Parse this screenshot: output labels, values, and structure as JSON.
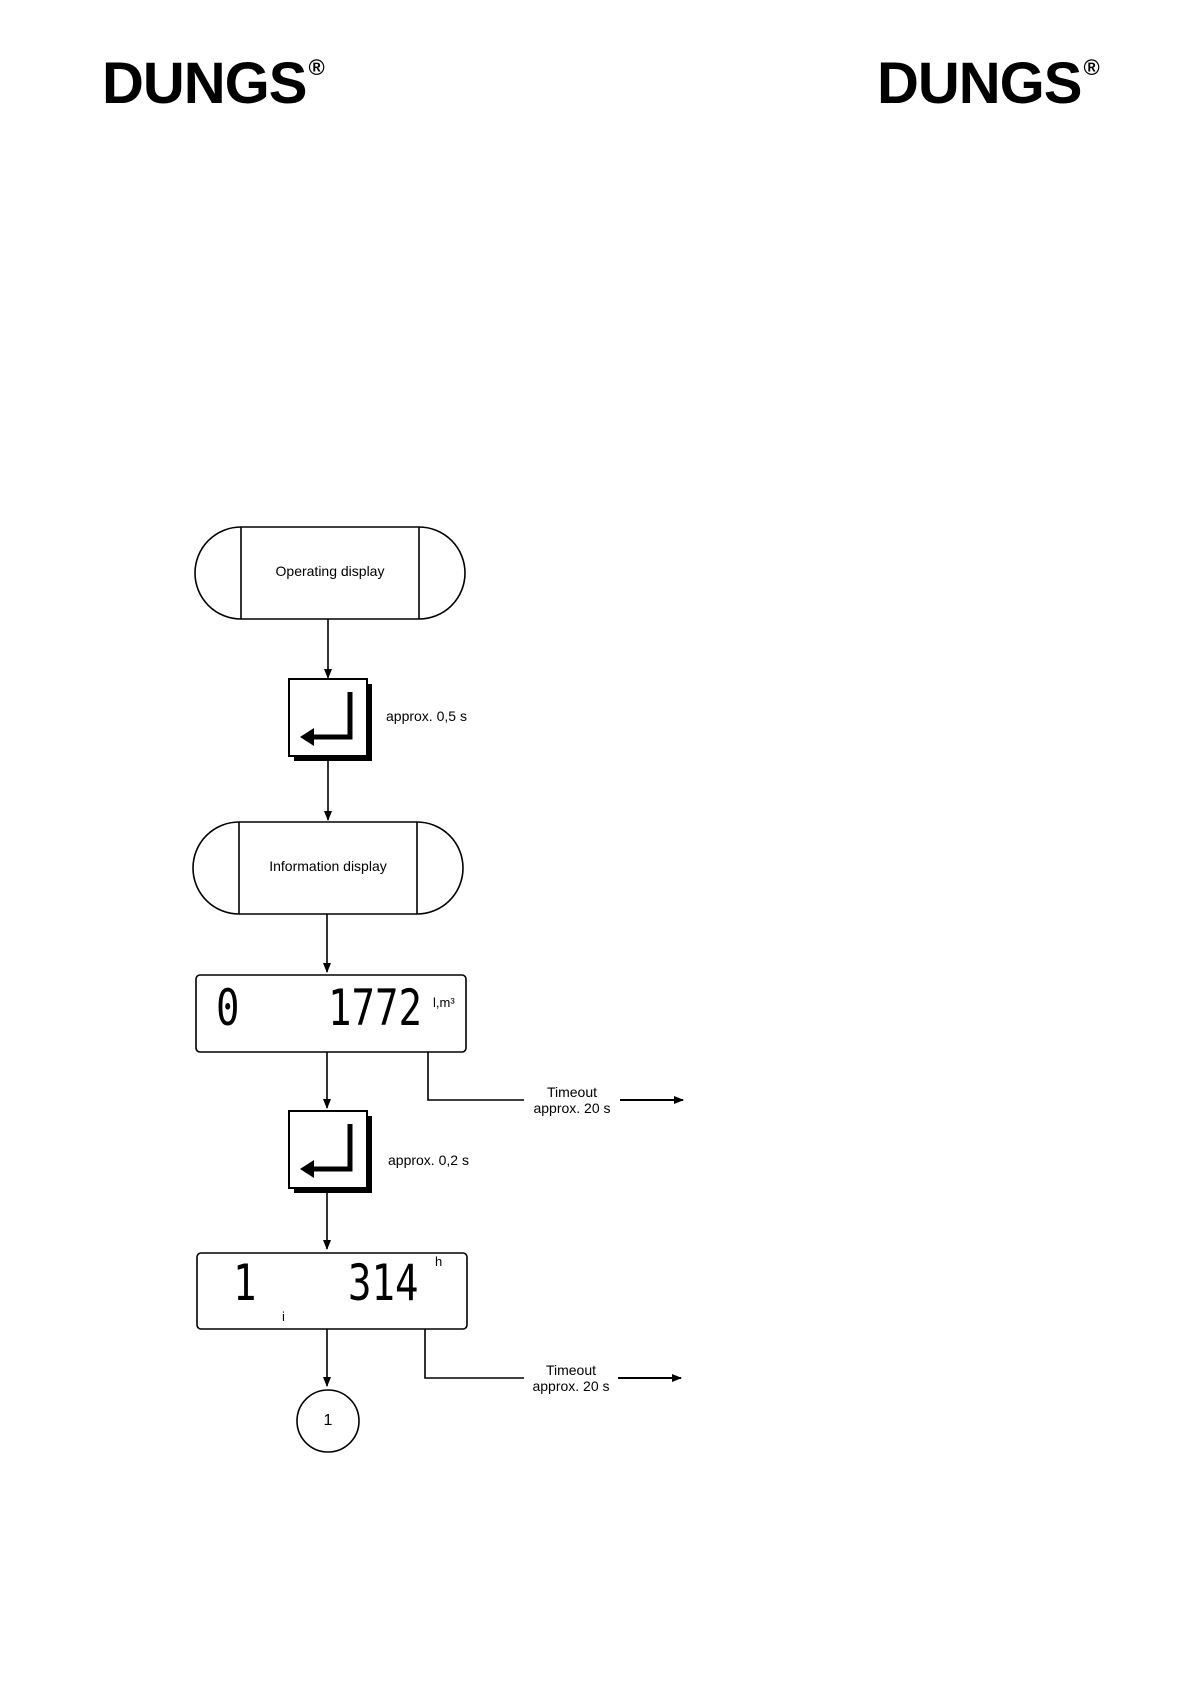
{
  "header": {
    "logo_left": {
      "text": "DUNGS",
      "mark": "®"
    },
    "logo_right": {
      "text": "DUNGS",
      "mark": "®"
    }
  },
  "flow": {
    "operating_display": "Operating display",
    "enter1_time": "approx. 0,5 s",
    "information_display": "Information display",
    "lcd1": {
      "left": "0",
      "right": "1772",
      "unit": "l,m³"
    },
    "timeout1": {
      "line1": "Timeout",
      "line2": "approx. 20 s"
    },
    "enter2_time": "approx. 0,2 s",
    "lcd2": {
      "left": "1",
      "right": "314",
      "unit": "h",
      "sub": "i"
    },
    "timeout2": {
      "line1": "Timeout",
      "line2": "approx. 20 s"
    },
    "connector": "1"
  },
  "icons": [
    "enter-key-icon",
    "arrow-right-icon"
  ]
}
